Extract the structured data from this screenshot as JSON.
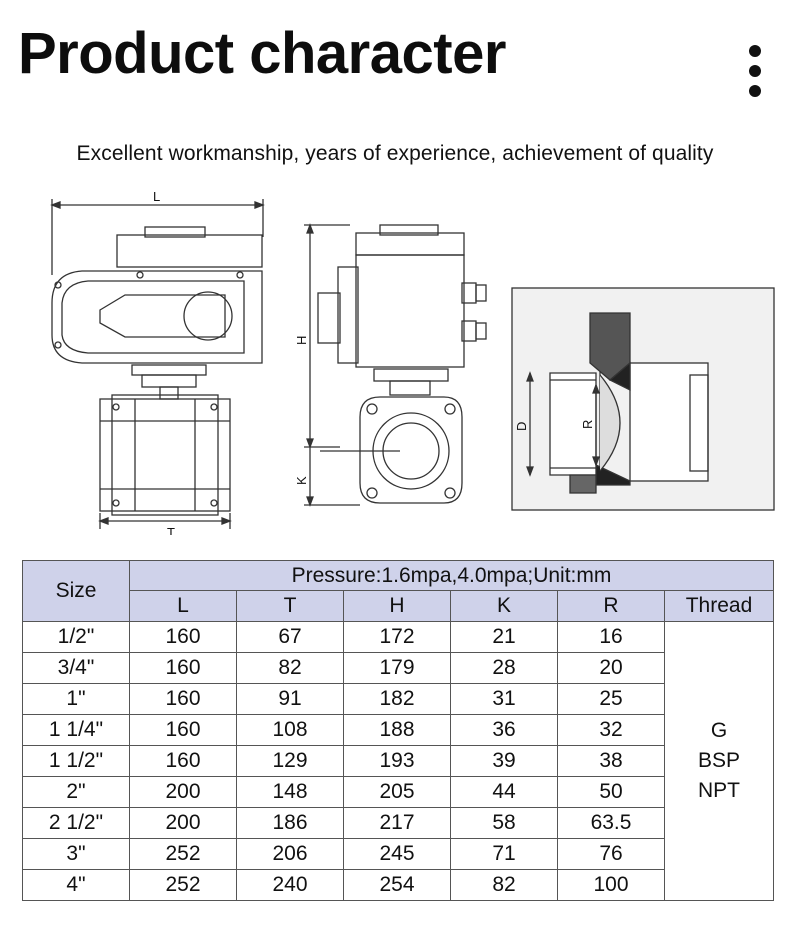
{
  "header": {
    "title": "Product character",
    "subtitle": "Excellent workmanship, years of experience, achievement of quality"
  },
  "drawing": {
    "labels": {
      "L": "L",
      "T": "T",
      "H": "H",
      "K": "K",
      "D": "D",
      "R": "R"
    }
  },
  "table": {
    "size_label": "Size",
    "pressure_label": "Pressure:1.6mpa,4.0mpa;Unit:mm",
    "columns": [
      "L",
      "T",
      "H",
      "K",
      "R",
      "Thread"
    ],
    "rows": [
      [
        "1/2\"",
        "160",
        "67",
        "172",
        "21",
        "16"
      ],
      [
        "3/4\"",
        "160",
        "82",
        "179",
        "28",
        "20"
      ],
      [
        "1\"",
        "160",
        "91",
        "182",
        "31",
        "25"
      ],
      [
        "1 1/4\"",
        "160",
        "108",
        "188",
        "36",
        "32"
      ],
      [
        "1 1/2\"",
        "160",
        "129",
        "193",
        "39",
        "38"
      ],
      [
        "2\"",
        "200",
        "148",
        "205",
        "44",
        "50"
      ],
      [
        "2 1/2\"",
        "200",
        "186",
        "217",
        "58",
        "63.5"
      ],
      [
        "3\"",
        "252",
        "206",
        "245",
        "71",
        "76"
      ],
      [
        "4\"",
        "252",
        "240",
        "254",
        "82",
        "100"
      ]
    ],
    "thread_values": [
      "G",
      "BSP",
      "NPT"
    ]
  },
  "colors": {
    "header_bg": "#cfd2ea",
    "border": "#555555",
    "line": "#333333"
  },
  "icons": {
    "menu": "more-vertical-icon"
  }
}
